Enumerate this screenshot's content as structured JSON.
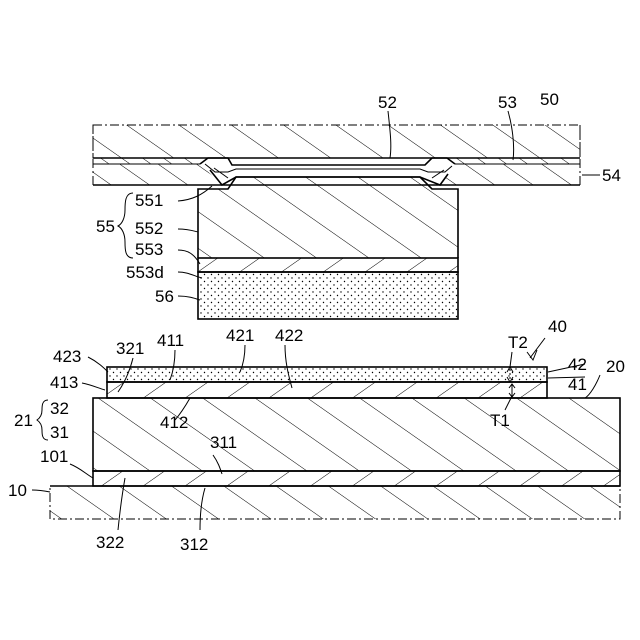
{
  "labels": {
    "l50": "50",
    "l52": "52",
    "l53": "53",
    "l54": "54",
    "l55": "55",
    "l551": "551",
    "l552": "552",
    "l553": "553",
    "l553d": "553d",
    "l56": "56",
    "l40": "40",
    "l42": "42",
    "l41": "41",
    "l20": "20",
    "lT2": "T2",
    "lT1": "T1",
    "l423": "423",
    "l413": "413",
    "l321": "321",
    "l411": "411",
    "l421": "421",
    "l422": "422",
    "l412": "412",
    "l21": "21",
    "l32": "32",
    "l31": "31",
    "l311": "311",
    "l101": "101",
    "l10": "10",
    "l322": "322",
    "l312": "312"
  }
}
